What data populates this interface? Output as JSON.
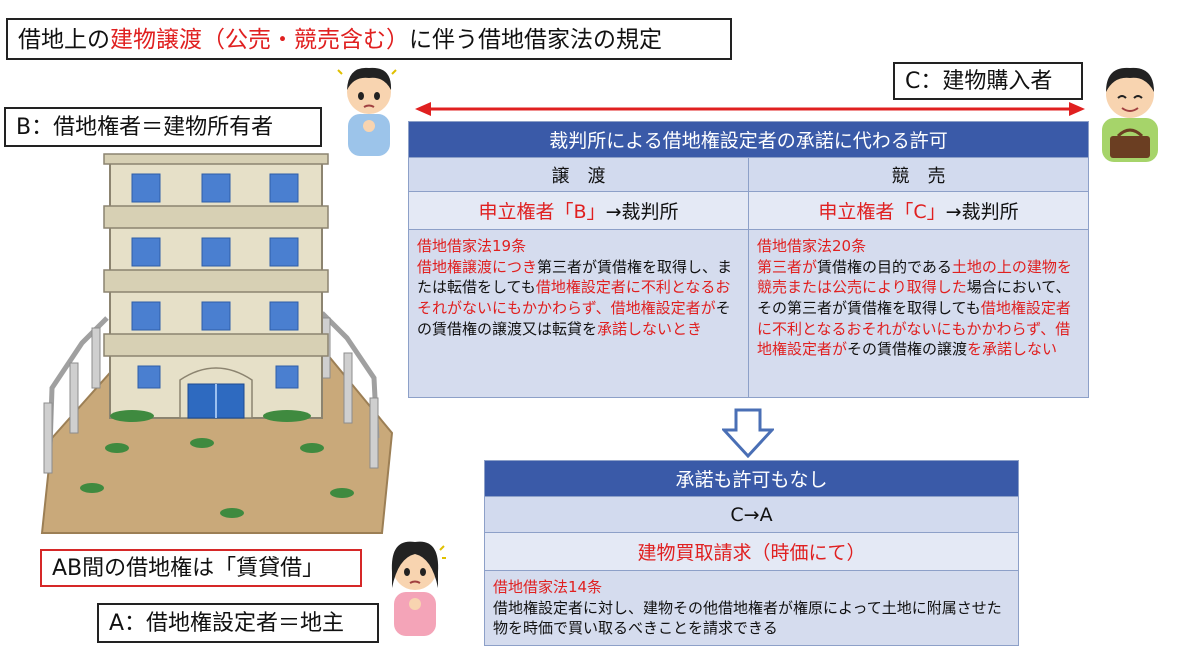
{
  "title": {
    "part1": "借地上の",
    "part2": "建物譲渡（公売・競売含む）",
    "part3": "に伴う借地借家法の規定"
  },
  "labels": {
    "b": "B：借地権者＝建物所有者",
    "c": "C：建物購入者",
    "ab": "AB間の借地権は「賃貸借」",
    "a": "A：借地権設定者＝地主"
  },
  "court_panel": {
    "header": "裁判所による借地権設定者の承諾に代わる許可",
    "left": {
      "heading": "譲　渡",
      "applicant_red": "申立権者「B」",
      "applicant_black": "→裁判所",
      "article": "借地借家法19条",
      "segments": [
        {
          "text": "借地権譲渡につき",
          "red": true
        },
        {
          "text": "第三者が賃借権を取得し、または転借をしても",
          "red": false
        },
        {
          "text": "借地権設定者に不利となるおそれがないにもかかわらず、借地権設定者が",
          "red": true
        },
        {
          "text": "その賃借権の譲渡又は転貸を",
          "red": false
        },
        {
          "text": "承諾しないとき",
          "red": true
        }
      ]
    },
    "right": {
      "heading": "競　売",
      "applicant_red": "申立権者「C」",
      "applicant_black": "→裁判所",
      "article": "借地借家法20条",
      "segments": [
        {
          "text": "第三者が",
          "red": true
        },
        {
          "text": "賃借権の目的である",
          "red": false
        },
        {
          "text": "土地の上の建物を競売または公売により取得した",
          "red": true
        },
        {
          "text": "場合において、その第三者が賃借権を取得しても",
          "red": false
        },
        {
          "text": "借地権設定者に不利となるおそれがないにもかかわらず、借地権設定者が",
          "red": true
        },
        {
          "text": "その賃借権の譲渡",
          "red": false
        },
        {
          "text": "を承諾しない",
          "red": true
        }
      ]
    }
  },
  "result_panel": {
    "header": "承諾も許可もなし",
    "flow": "C→A",
    "claim": "建物買取請求（時価にて）",
    "article": "借地借家法14条",
    "text": "借地権設定者に対し、建物その他借地権者が権原によって土地に附属させた物を時価で買い取るべきことを請求できる"
  },
  "colors": {
    "accent_red": "#e02020",
    "header_blue": "#3a5aa8",
    "cell_light": "#d2daee",
    "cell_body": "#d5dcee"
  }
}
